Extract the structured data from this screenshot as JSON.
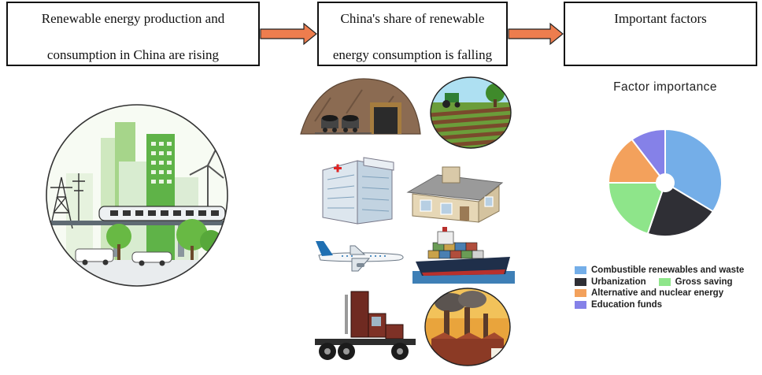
{
  "flow": {
    "box1": {
      "line1": "Renewable energy production and",
      "line2": "consumption in China are rising"
    },
    "box2": {
      "line1": "China's share of renewable",
      "line2": "energy consumption is falling"
    },
    "box3": {
      "line1": "Important factors"
    }
  },
  "colors": {
    "arrow": "#ed7d4e",
    "combustible": "#74aee8",
    "urbanization": "#2f2f35",
    "gross_saving": "#8ee58a",
    "alternative": "#f3a15c",
    "education": "#8581e8"
  },
  "chart_data": {
    "type": "pie",
    "title": "Factor importance",
    "style": "donut",
    "legend_position": "bottom",
    "slices": [
      {
        "label": "Combustible renewables and waste",
        "value": 34,
        "color": "#74aee8"
      },
      {
        "label": "Urbanization",
        "value": 21,
        "color": "#2f2f35"
      },
      {
        "label": "Gross saving",
        "value": 20,
        "color": "#8ee58a"
      },
      {
        "label": "Alternative and nuclear energy",
        "value": 15,
        "color": "#f3a15c"
      },
      {
        "label": "Education funds",
        "value": 10,
        "color": "#8581e8"
      }
    ]
  },
  "icons": [
    "city-icon",
    "coal-mine-icon",
    "farm-icon",
    "hospital-icon",
    "house-icon",
    "airplane-icon",
    "cargo-ship-icon",
    "truck-icon",
    "factory-icon"
  ]
}
